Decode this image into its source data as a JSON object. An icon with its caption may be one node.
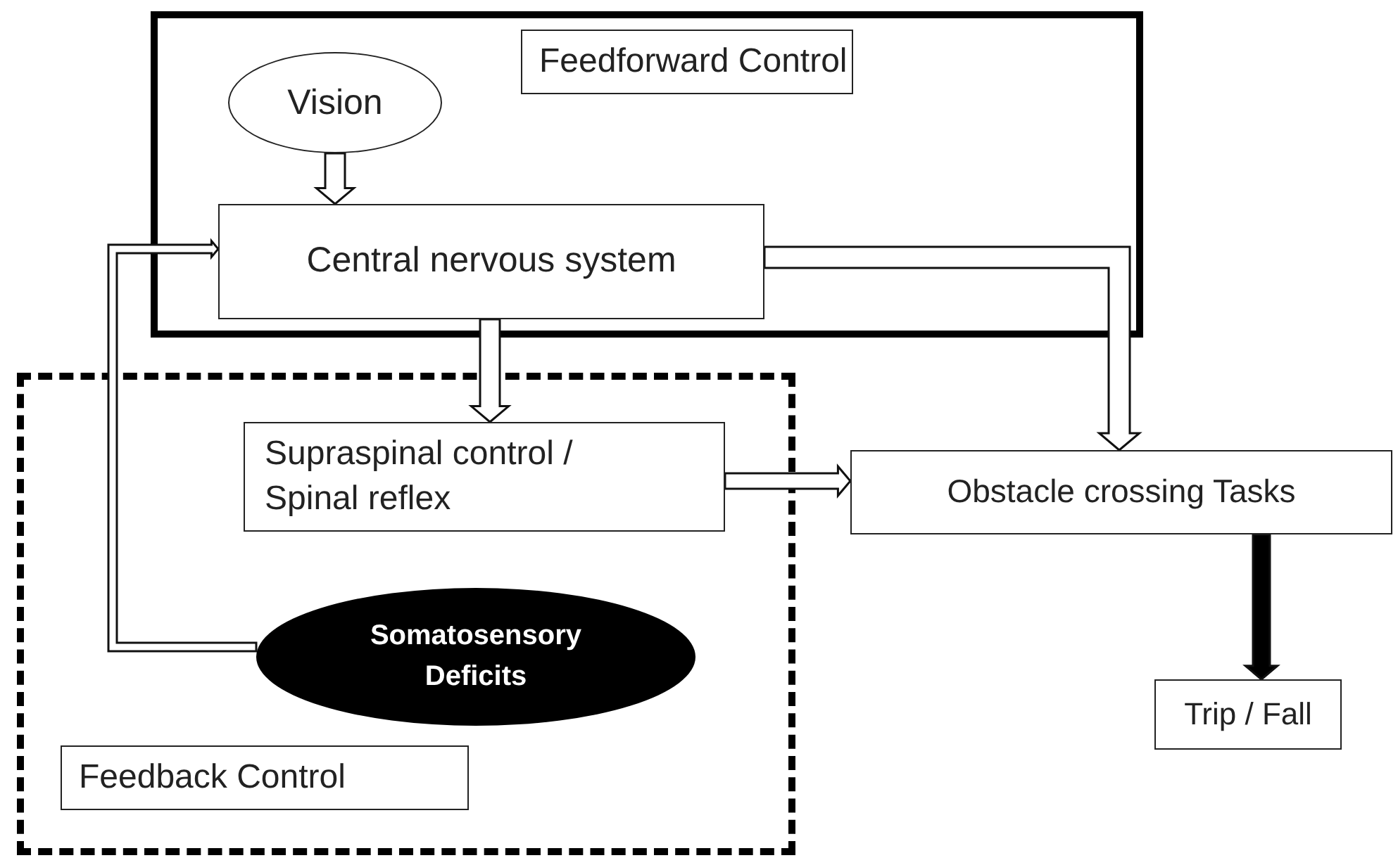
{
  "diagram": {
    "nodes": [
      {
        "text": [
          "Feedforward Control"
        ]
      },
      {
        "text": [
          "Vision"
        ],
        "in": 0
      },
      {
        "text": [
          "Central nervous system"
        ],
        "in": 0
      },
      {
        "text": [
          "Feedback Control"
        ]
      },
      {
        "text": [
          "Supraspinal control / Spinal reflex"
        ],
        "in": 3
      },
      {
        "text": [
          "Somatosensory Deficits"
        ],
        "in": 3
      },
      {
        "text": [
          "Obstacle crossing Tasks"
        ]
      },
      {
        "text": [
          "Trip / Fall"
        ]
      }
    ],
    "edges": [
      {
        "from": 1,
        "to": 2,
        "arrow": "to"
      },
      {
        "from": 2,
        "to": 4,
        "arrow": "to"
      },
      {
        "from": 2,
        "to": 6,
        "arrow": "to"
      },
      {
        "from": 4,
        "to": 6,
        "arrow": "to"
      },
      {
        "from": 5,
        "to": 2,
        "arrow": "to"
      },
      {
        "from": 6,
        "to": 7,
        "arrow": "to",
        "color": "#000000"
      }
    ]
  }
}
